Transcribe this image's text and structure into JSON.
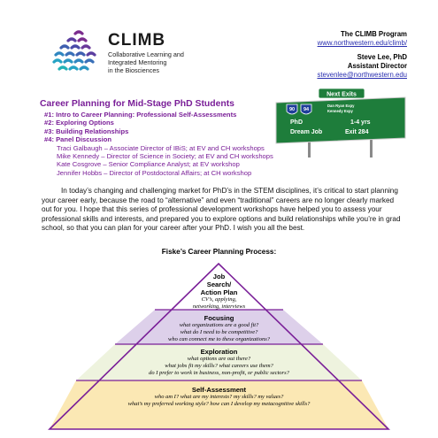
{
  "header": {
    "brand": "CLIMB",
    "brand_sub": [
      "Collaborative Learning and",
      "Integrated Mentoring",
      "in the Biosciences"
    ],
    "program": "The CLIMB Program",
    "url": "www.northwestern.edu/climb/",
    "director_name": "Steve Lee, PhD",
    "director_title": "Assistant Director",
    "email": "stevenlee@northwestern.edu"
  },
  "sign": {
    "top": "Next Exits",
    "shield_left": "90",
    "shield_right": "94",
    "shield_note_1": "Dan Ryan Expy",
    "shield_note_2": "Kennedy Expy",
    "row1_left": "PhD",
    "row1_right": "1-4 yrs",
    "row2_left": "Dream Job",
    "row2_right": "Exit 284"
  },
  "title": "Career Planning for Mid-Stage PhD Students",
  "sessions": [
    "#1: Intro to Career Planning: Professional Self-Assessments",
    "#2: Exploring Options",
    "#3: Building Relationships",
    "#4: Panel Discussion"
  ],
  "panelists": [
    "Traci Galbaugh – Associate Director of IBiS; at EV and CH workshops",
    "Mike Kennedy – Director of Science in Society; at EV and CH workshops",
    "Kate Cosgrove – Senior Compliance Analyst; at EV workshop",
    "Jennifer Hobbs – Director of Postdoctoral Affairs; at CH workshop"
  ],
  "paragraph": "In today’s changing and challenging market for PhD’s in the STEM disciplines, it’s critical to start planning your career early, because the road to “alternative” and even “traditional” careers are no longer clearly marked out for you.  I hope that this series of professional development workshops have helped you to assess your professional skills and interests, and prepared you to explore options and build relationships while you’re in grad school, so that you can plan for your career after your PhD.  I wish you all the best.",
  "pyramid": {
    "title": "Fiske’s Career Planning Process:",
    "job": {
      "title_1": "Job",
      "title_2": "Search/",
      "title_3": "Action Plan",
      "lines": [
        "CV’s, applying,",
        "networking, interviews"
      ]
    },
    "focusing": {
      "title": "Focusing",
      "lines": [
        "what organizations are a good fit?",
        "what do I need to be competitive?",
        "who can connect me to these organizations?"
      ]
    },
    "exploration": {
      "title": "Exploration",
      "lines": [
        "what options are out there?",
        "what jobs fit my skills?  what careers use them?",
        "do I prefer to work in business, non-profit, or public sectors?"
      ]
    },
    "self": {
      "title": "Self-Assessment",
      "lines": [
        "who am I?  what are my interests? my skills?  my values?",
        "what’s my preferred working style?  how can I develop my metacognitive skills?"
      ]
    }
  },
  "colors": {
    "purple": "#7a1f98",
    "link": "#2a2fb0",
    "sign_green": "#1e7d3b",
    "job_fill": "#ffffff",
    "focusing_fill": "#ddd0ea",
    "exploration_fill": "#eef3de",
    "self_fill": "#fbe8b4"
  }
}
